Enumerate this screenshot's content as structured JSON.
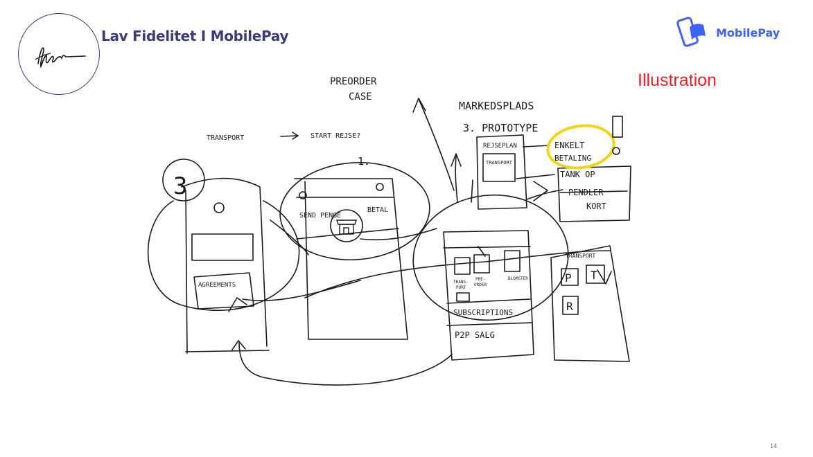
{
  "header": {
    "title": "Lav Fidelitet I MobilePay",
    "brand_name": "MobilePay",
    "section_label": "Illustration"
  },
  "colors": {
    "primary": "#3d3a78",
    "brand_blue": "#3c63f5",
    "accent_red": "#e8212b",
    "highlight_yellow": "#f2d31b",
    "ink": "#1a1a1a"
  },
  "icons": [
    "signature-logo",
    "mobilepay-logo-icon",
    "store-icon"
  ],
  "sketch": {
    "labels": {
      "preorder_line1": "PREORDER",
      "preorder_line2": "CASE",
      "marketplace": "MARKEDSPLADS",
      "prototype": "3. PROTOTYPE",
      "transport_flow": "TRANSPORT",
      "start_journey": "START REJSE?",
      "one": "1.",
      "three": "3",
      "journey_planner": "REJSEPLAN",
      "transport_small": "TRANSPORT",
      "single_payment_1": "ENKELT",
      "single_payment_2": "BETALING",
      "top_up": "TANK OP",
      "commuter_1": "PENDLER",
      "commuter_2": "KORT",
      "send_money": "SEND PENGE",
      "pay": "BETAL",
      "agreements": "AGREEMENTS",
      "tile_transport_1": "TRANS-",
      "tile_transport_2": "PORT",
      "tile_preorder_1": "PRE-",
      "tile_preorder_2": "ORDER",
      "tile_flowers": "BLOMSTER",
      "subscriptions": "SUBSCRIPTIONS",
      "p2p_sale": "P2P SALG",
      "transport_panel": "TRANSPORT",
      "tile_p": "P",
      "tile_t": "T",
      "tile_r": "R"
    }
  },
  "page_number": "14"
}
